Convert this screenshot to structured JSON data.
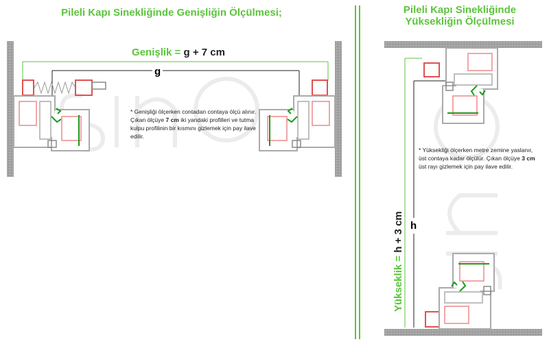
{
  "width_section": {
    "title": "Pileli Kapı Sinekliğinde Genişliğin Ölçülmesi;",
    "formula_label": "Genişlik =",
    "formula_value": "g + 7 cm",
    "dimension_label": "g",
    "note_prefix": "* Genişliği ölçerken contadan contaya ölçü alınır. Çıkan ölçüye",
    "note_bold": "7 cm",
    "note_suffix": "iki yandaki profilleri ve tutma kulpu profilinin bir kısmını gizlemek için pay ilave edilir."
  },
  "height_section": {
    "title_line1": "Pileli Kapı Sinekliğinde",
    "title_line2": "Yüksekliğin Ölçülmesi",
    "formula_label": "Yükseklik =",
    "formula_value": "h + 3 cm",
    "dimension_label": "h",
    "note_prefix": "* Yüksekliği ölçerken metre zemine yaslanır, üst contaya kadar ölçülür. Çıkan ölçüye",
    "note_bold": "3 cm",
    "note_suffix": "üst rayı gizlemek için pay ilave edilir."
  },
  "watermark": "sinexon",
  "colors": {
    "accent_green": "#5cc43c",
    "profile_red": "#e05050",
    "wall_gray": "#9a9a9a"
  }
}
